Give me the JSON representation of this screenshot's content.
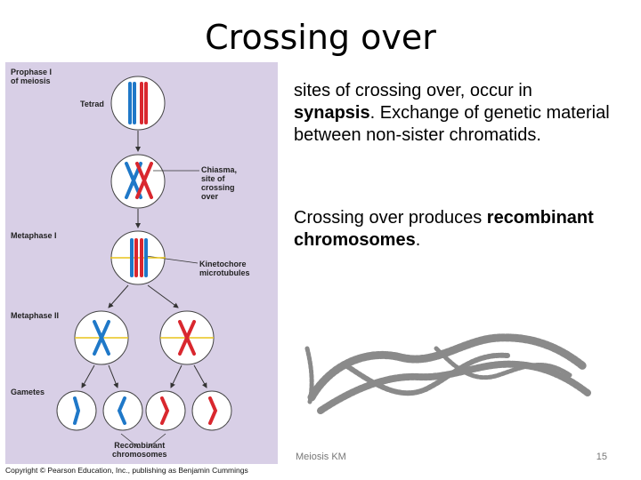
{
  "slide": {
    "title": "Crossing over",
    "para1_pre": "sites of crossing over, occur in ",
    "para1_bold": "synapsis",
    "para1_post": ". Exchange of genetic material between non-sister chromatids.",
    "para2_pre": "Crossing over produces ",
    "para2_bold": "recombinant chromosomes",
    "para2_post": ".",
    "footer_left": "Meiosis KM",
    "footer_right": "15"
  },
  "figure": {
    "labels": {
      "prophase_line1": "Prophase I",
      "prophase_line2": "of meiosis",
      "tetrad": "Tetrad",
      "chiasma_line1": "Chiasma,",
      "chiasma_line2": "site of",
      "chiasma_line3": "crossing",
      "chiasma_line4": "over",
      "metaphase1": "Metaphase I",
      "kinetochore_line1": "Kinetochore",
      "kinetochore_line2": "microtubules",
      "metaphase2": "Metaphase II",
      "gametes": "Gametes",
      "recombinant_line1": "Recombinant",
      "recombinant_line2": "chromosomes"
    },
    "copyright": "Copyright © Pearson Education, Inc., publishing as Benjamin Cummings",
    "colors": {
      "background": "#d8cfe6",
      "maternal": "#d9272e",
      "paternal": "#1f78c8",
      "spindle": "#e8c41a"
    }
  }
}
